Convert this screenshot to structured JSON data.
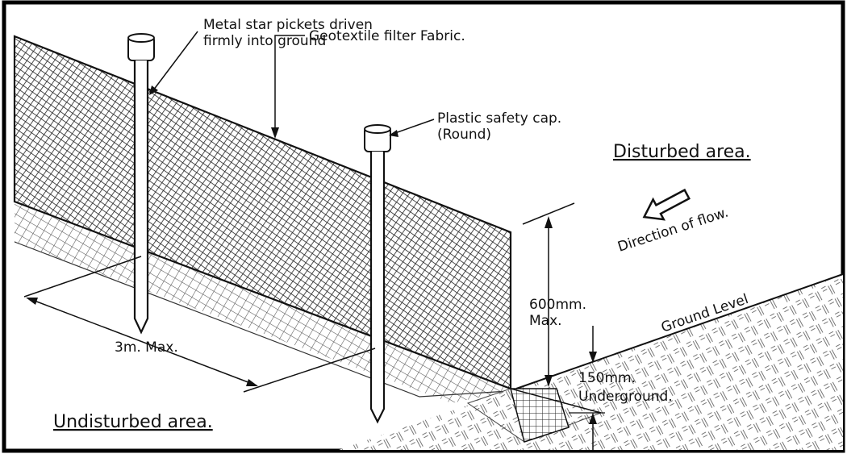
{
  "labels": {
    "pickets": [
      "Metal star pickets driven",
      "firmly into ground"
    ],
    "fabric": "Geotextile filter Fabric.",
    "cap": [
      "Plastic safety cap.",
      "(Round)"
    ],
    "disturbed": "Disturbed area.",
    "flow": "Direction of flow.",
    "ground_level": "Ground Level",
    "height": [
      "600mm.",
      "Max."
    ],
    "depth": [
      "150mm.",
      "Underground."
    ],
    "spacing": "3m. Max.",
    "undisturbed": "Undisturbed area."
  },
  "colors": {
    "line": "#111111",
    "fabric_hatch": "#222222",
    "ground_hatch": "#555555",
    "border": "#000000",
    "background": "#ffffff"
  },
  "icons": {
    "flow_arrow": "hollow-arrow-icon"
  }
}
